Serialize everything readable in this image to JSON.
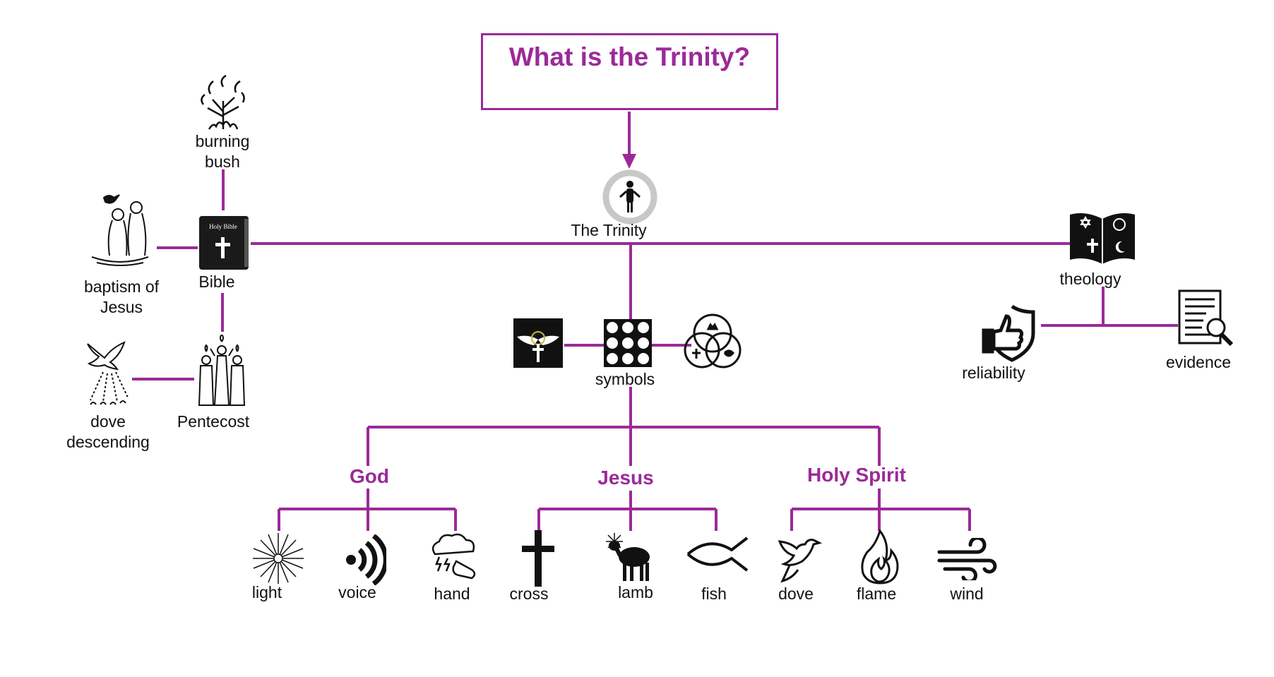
{
  "title": "What is the Trinity?",
  "colors": {
    "accent": "#9b2a98",
    "ink": "#111111",
    "ring": "#c8c8c8"
  },
  "nodes": {
    "trinity": "The Trinity",
    "bible": "Bible",
    "burning_bush_1": "burning",
    "burning_bush_2": "bush",
    "baptism_1": "baptism of",
    "baptism_2": "Jesus",
    "pentecost": "Pentecost",
    "dove_descending_1": "dove",
    "dove_descending_2": "descending",
    "theology": "theology",
    "reliability": "reliability",
    "evidence": "evidence",
    "symbols": "symbols"
  },
  "groups": {
    "god": {
      "title": "God",
      "items": [
        "light",
        "voice",
        "hand"
      ]
    },
    "jesus": {
      "title": "Jesus",
      "items": [
        "cross",
        "lamb",
        "fish"
      ]
    },
    "spirit": {
      "title": "Holy Spirit",
      "items": [
        "dove",
        "flame",
        "wind"
      ]
    }
  },
  "icons": {
    "trinity": "person-ring-icon",
    "bible": "holy-bible-icon",
    "bible_cover_text": "Holy Bible",
    "burning_bush": "burning-bush-icon",
    "baptism": "baptism-icon",
    "pentecost": "pentecost-icon",
    "dove_descending": "dove-descending-icon",
    "theology": "religions-book-icon",
    "reliability": "thumbs-up-shield-icon",
    "evidence": "document-magnifier-icon",
    "symbols": "social-media-grid-icon",
    "symbol_left": "angel-wings-cross-icon",
    "symbol_right": "triquetra-icon"
  }
}
